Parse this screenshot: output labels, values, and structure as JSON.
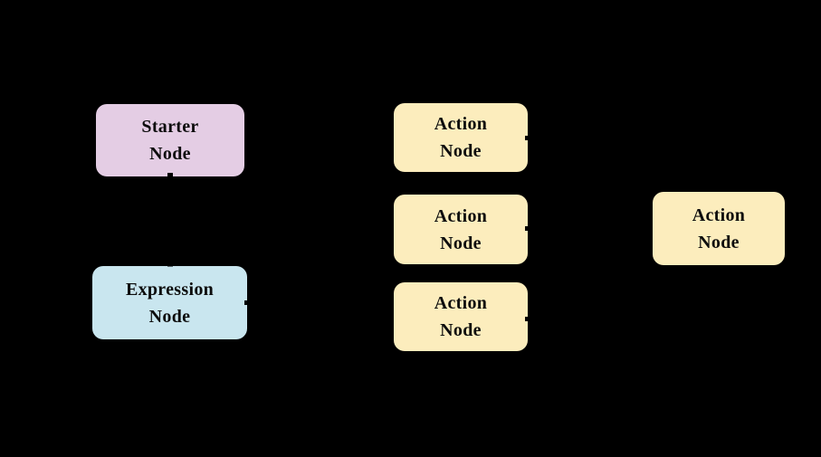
{
  "diagram": {
    "background_color": "#000000",
    "node_colors": {
      "starter": "#e4cde4",
      "expression": "#c9e6ef",
      "action": "#fcedbd"
    },
    "text_color": "#0d0d0d",
    "nodes": [
      {
        "id": "starter",
        "type": "starter",
        "label": "Starter\nNode",
        "fill": "#e4cde4"
      },
      {
        "id": "expression",
        "type": "expression",
        "label": "Expression\nNode",
        "fill": "#c9e6ef"
      },
      {
        "id": "action-1",
        "type": "action",
        "label": "Action\nNode",
        "fill": "#fcedbd"
      },
      {
        "id": "action-2",
        "type": "action",
        "label": "Action\nNode",
        "fill": "#fcedbd"
      },
      {
        "id": "action-3",
        "type": "action",
        "label": "Action\nNode",
        "fill": "#fcedbd"
      },
      {
        "id": "action-right",
        "type": "action",
        "label": "Action\nNode",
        "fill": "#fcedbd"
      }
    ],
    "connector_dot_color": "#000000"
  }
}
